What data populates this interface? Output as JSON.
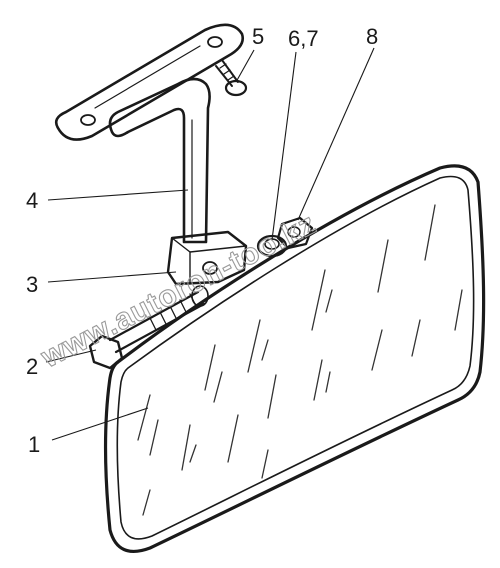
{
  "diagram": {
    "callouts": [
      {
        "id": "1",
        "label": "1"
      },
      {
        "id": "2",
        "label": "2"
      },
      {
        "id": "3",
        "label": "3"
      },
      {
        "id": "4",
        "label": "4"
      },
      {
        "id": "5",
        "label": "5"
      },
      {
        "id": "67",
        "label": "6,7"
      },
      {
        "id": "8",
        "label": "8"
      }
    ],
    "watermark": "www.autoron-too.kz",
    "colors": {
      "ink": "#1a1a1a",
      "watermark": "#9a9a9a",
      "background": "#ffffff"
    }
  }
}
